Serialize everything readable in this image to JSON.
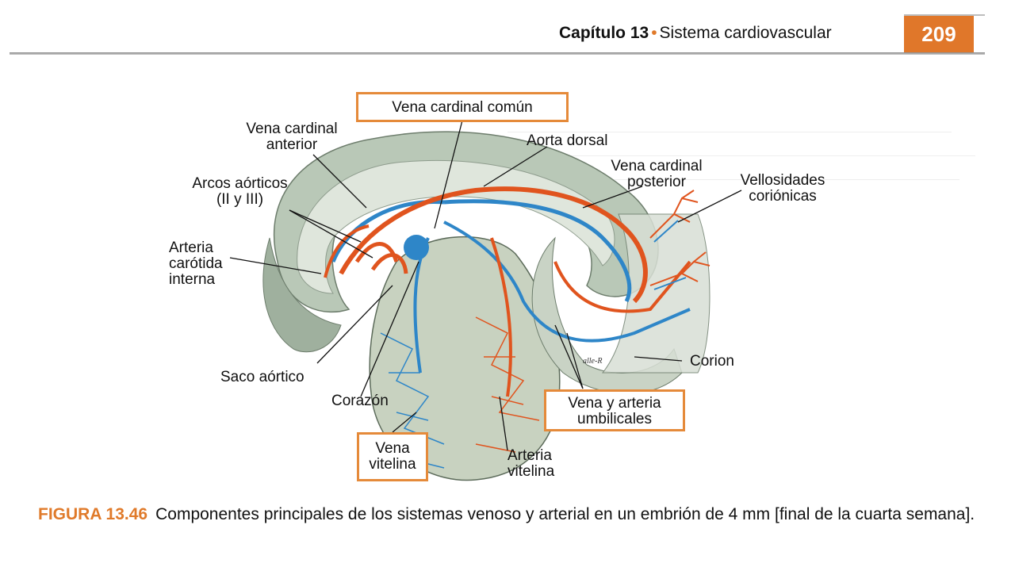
{
  "header": {
    "chapter_label": "Capítulo 13",
    "chapter_title": "Sistema cardiovascular",
    "page_number": "209"
  },
  "figure": {
    "caption_number": "FIGURA 13.46",
    "caption_text": "Componentes principales de los sistemas venoso y arterial en un embrión de 4 mm [final de la cuarta semana].",
    "labels": {
      "vena_cardinal_comun": "Vena cardinal común",
      "vena_cardinal_anterior_1": "Vena cardinal",
      "vena_cardinal_anterior_2": "anterior",
      "aorta_dorsal": "Aorta dorsal",
      "vena_cardinal_posterior_1": "Vena cardinal",
      "vena_cardinal_posterior_2": "posterior",
      "vellosidades_1": "Vellosidades",
      "vellosidades_2": "coriónicas",
      "arcos_aorticos_1": "Arcos aórticos",
      "arcos_aorticos_2": "(II y III)",
      "arteria_carotida_1": "Arteria",
      "arteria_carotida_2": "carótida",
      "arteria_carotida_3": "interna",
      "saco_aortico": "Saco aórtico",
      "corazon": "Corazón",
      "corion": "Corion",
      "vena_arteria_umbilicales_1": "Vena y arteria",
      "vena_arteria_umbilicales_2": "umbilicales",
      "vena_vitelina_1": "Vena",
      "vena_vitelina_2": "vitelina",
      "arteria_vitelina_1": "Arteria",
      "arteria_vitelina_2": "vitelina",
      "signature": "alle-R"
    }
  },
  "colors": {
    "accent": "#e07a2a",
    "box_border": "#e58a3a",
    "artery": "#e0541e",
    "vein": "#2e86c8"
  }
}
